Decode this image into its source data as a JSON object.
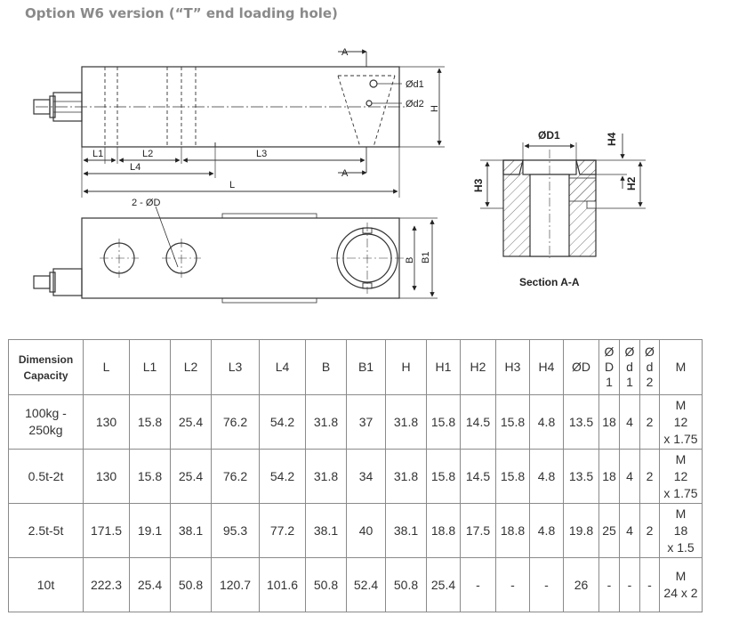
{
  "title": "Option W6 version (“T” end loading hole)",
  "drawing": {
    "labels": {
      "a_top": "A",
      "a_bottom": "A",
      "d1": "Ød1",
      "d2": "Ød2",
      "h": "H",
      "l1": "L1",
      "l2": "L2",
      "l3": "L3",
      "l4": "L4",
      "l": "L",
      "hole_d": "2 - ØD",
      "b": "B",
      "b1": "B1",
      "D1": "ØD1",
      "H4": "H4",
      "H3": "H3",
      "H2": "H2",
      "section": "Section A-A"
    }
  },
  "table": {
    "corner_line1": "Dimension",
    "corner_line2": "Capacity",
    "columns": [
      "L",
      "L1",
      "L2",
      "L3",
      "L4",
      "B",
      "B1",
      "H",
      "H1",
      "H2",
      "H3",
      "H4",
      "ØD"
    ],
    "stacked_columns": [
      [
        "Ø",
        "D",
        "1"
      ],
      [
        "Ø",
        "d",
        "1"
      ],
      [
        "Ø",
        "d",
        "2"
      ]
    ],
    "last_column": "M",
    "rows": [
      {
        "capacity": [
          "100kg -",
          "250kg"
        ],
        "values": [
          "130",
          "15.8",
          "25.4",
          "76.2",
          "54.2",
          "31.8",
          "37",
          "31.8",
          "15.8",
          "14.5",
          "15.8",
          "4.8",
          "13.5",
          "18",
          "4",
          "2"
        ],
        "m": [
          "M",
          "12",
          "x 1.75"
        ]
      },
      {
        "capacity": [
          "0.5t-2t"
        ],
        "values": [
          "130",
          "15.8",
          "25.4",
          "76.2",
          "54.2",
          "31.8",
          "34",
          "31.8",
          "15.8",
          "14.5",
          "15.8",
          "4.8",
          "13.5",
          "18",
          "4",
          "2"
        ],
        "m": [
          "M",
          "12",
          "x 1.75"
        ]
      },
      {
        "capacity": [
          "2.5t-5t"
        ],
        "values": [
          "171.5",
          "19.1",
          "38.1",
          "95.3",
          "77.2",
          "38.1",
          "40",
          "38.1",
          "18.8",
          "17.5",
          "18.8",
          "4.8",
          "19.8",
          "25",
          "4",
          "2"
        ],
        "m": [
          "M",
          "18",
          "x 1.5"
        ]
      },
      {
        "capacity": [
          "10t"
        ],
        "values": [
          "222.3",
          "25.4",
          "50.8",
          "120.7",
          "101.6",
          "50.8",
          "52.4",
          "50.8",
          "25.4",
          "-",
          "-",
          "-",
          "26",
          "-",
          "-",
          "-"
        ],
        "m": [
          "M",
          "24 x 2"
        ]
      }
    ]
  }
}
